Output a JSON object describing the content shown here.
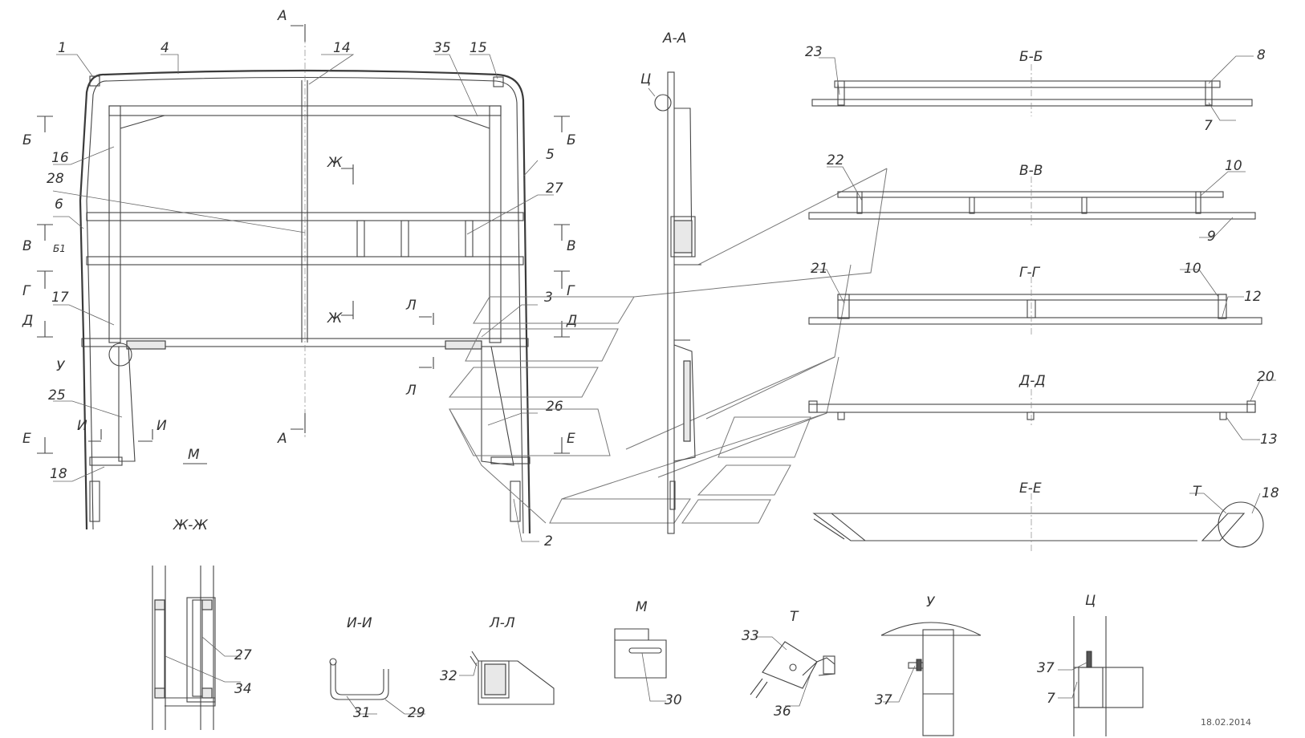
{
  "main_view": {
    "part_numbers": [
      "1",
      "4",
      "14",
      "35",
      "15",
      "16",
      "28",
      "6",
      "27",
      "5",
      "17",
      "3",
      "25",
      "26",
      "2",
      "18"
    ],
    "section_markers": {
      "a_top": "А",
      "a_bottom": "А",
      "b_left": "Б",
      "b_right": "Б",
      "v_left": "В",
      "v_right": "В",
      "g_left": "Г",
      "g_right": "Г",
      "d_left": "Д",
      "d_right": "Д",
      "e_left": "Е",
      "e_right": "Е",
      "zh_top": "Ж",
      "zh_mid": "Ж",
      "l_top": "Л",
      "l_bottom": "Л",
      "i_left": "И",
      "i_right": "И",
      "b1": "Б1",
      "u": "У",
      "m": "М"
    }
  },
  "section_aa": {
    "title": "А-А",
    "detail_callout": "Ц"
  },
  "section_bb": {
    "title": "Б-Б",
    "numbers": [
      "23",
      "8",
      "7"
    ]
  },
  "section_vv": {
    "title": "В-В",
    "numbers": [
      "22",
      "10",
      "9"
    ]
  },
  "section_gg": {
    "title": "Г-Г",
    "numbers": [
      "21",
      "10",
      "12"
    ]
  },
  "section_dd": {
    "title": "Д-Д",
    "numbers": [
      "20",
      "13"
    ]
  },
  "section_ee": {
    "title": "Е-Е",
    "numbers": [
      "Т",
      "18"
    ]
  },
  "detail_zhzh": {
    "title": "Ж-Ж",
    "numbers": [
      "27",
      "34"
    ]
  },
  "detail_ii": {
    "title": "И-И",
    "numbers": [
      "31",
      "29"
    ]
  },
  "detail_ll": {
    "title": "Л-Л",
    "numbers": [
      "32"
    ]
  },
  "detail_m": {
    "title": "М",
    "numbers": [
      "30"
    ]
  },
  "detail_t": {
    "title": "Т",
    "numbers": [
      "33",
      "36"
    ]
  },
  "detail_u": {
    "title": "У",
    "numbers": [
      "37"
    ]
  },
  "detail_ts": {
    "title": "Ц",
    "numbers": [
      "37",
      "7"
    ]
  },
  "date": "18.02.2014"
}
